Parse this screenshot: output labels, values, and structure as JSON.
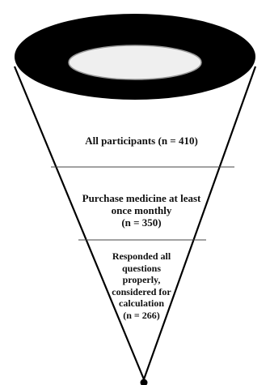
{
  "funnel": {
    "stages": [
      {
        "lines": [
          "All participants (n = 410)"
        ]
      },
      {
        "lines": [
          "Purchase medicine at least",
          "once monthly",
          "(n = 350)"
        ]
      },
      {
        "lines": [
          "Responded all",
          "questions",
          "properly,",
          "considered for",
          "calculation",
          "(n = 266)"
        ]
      }
    ]
  }
}
